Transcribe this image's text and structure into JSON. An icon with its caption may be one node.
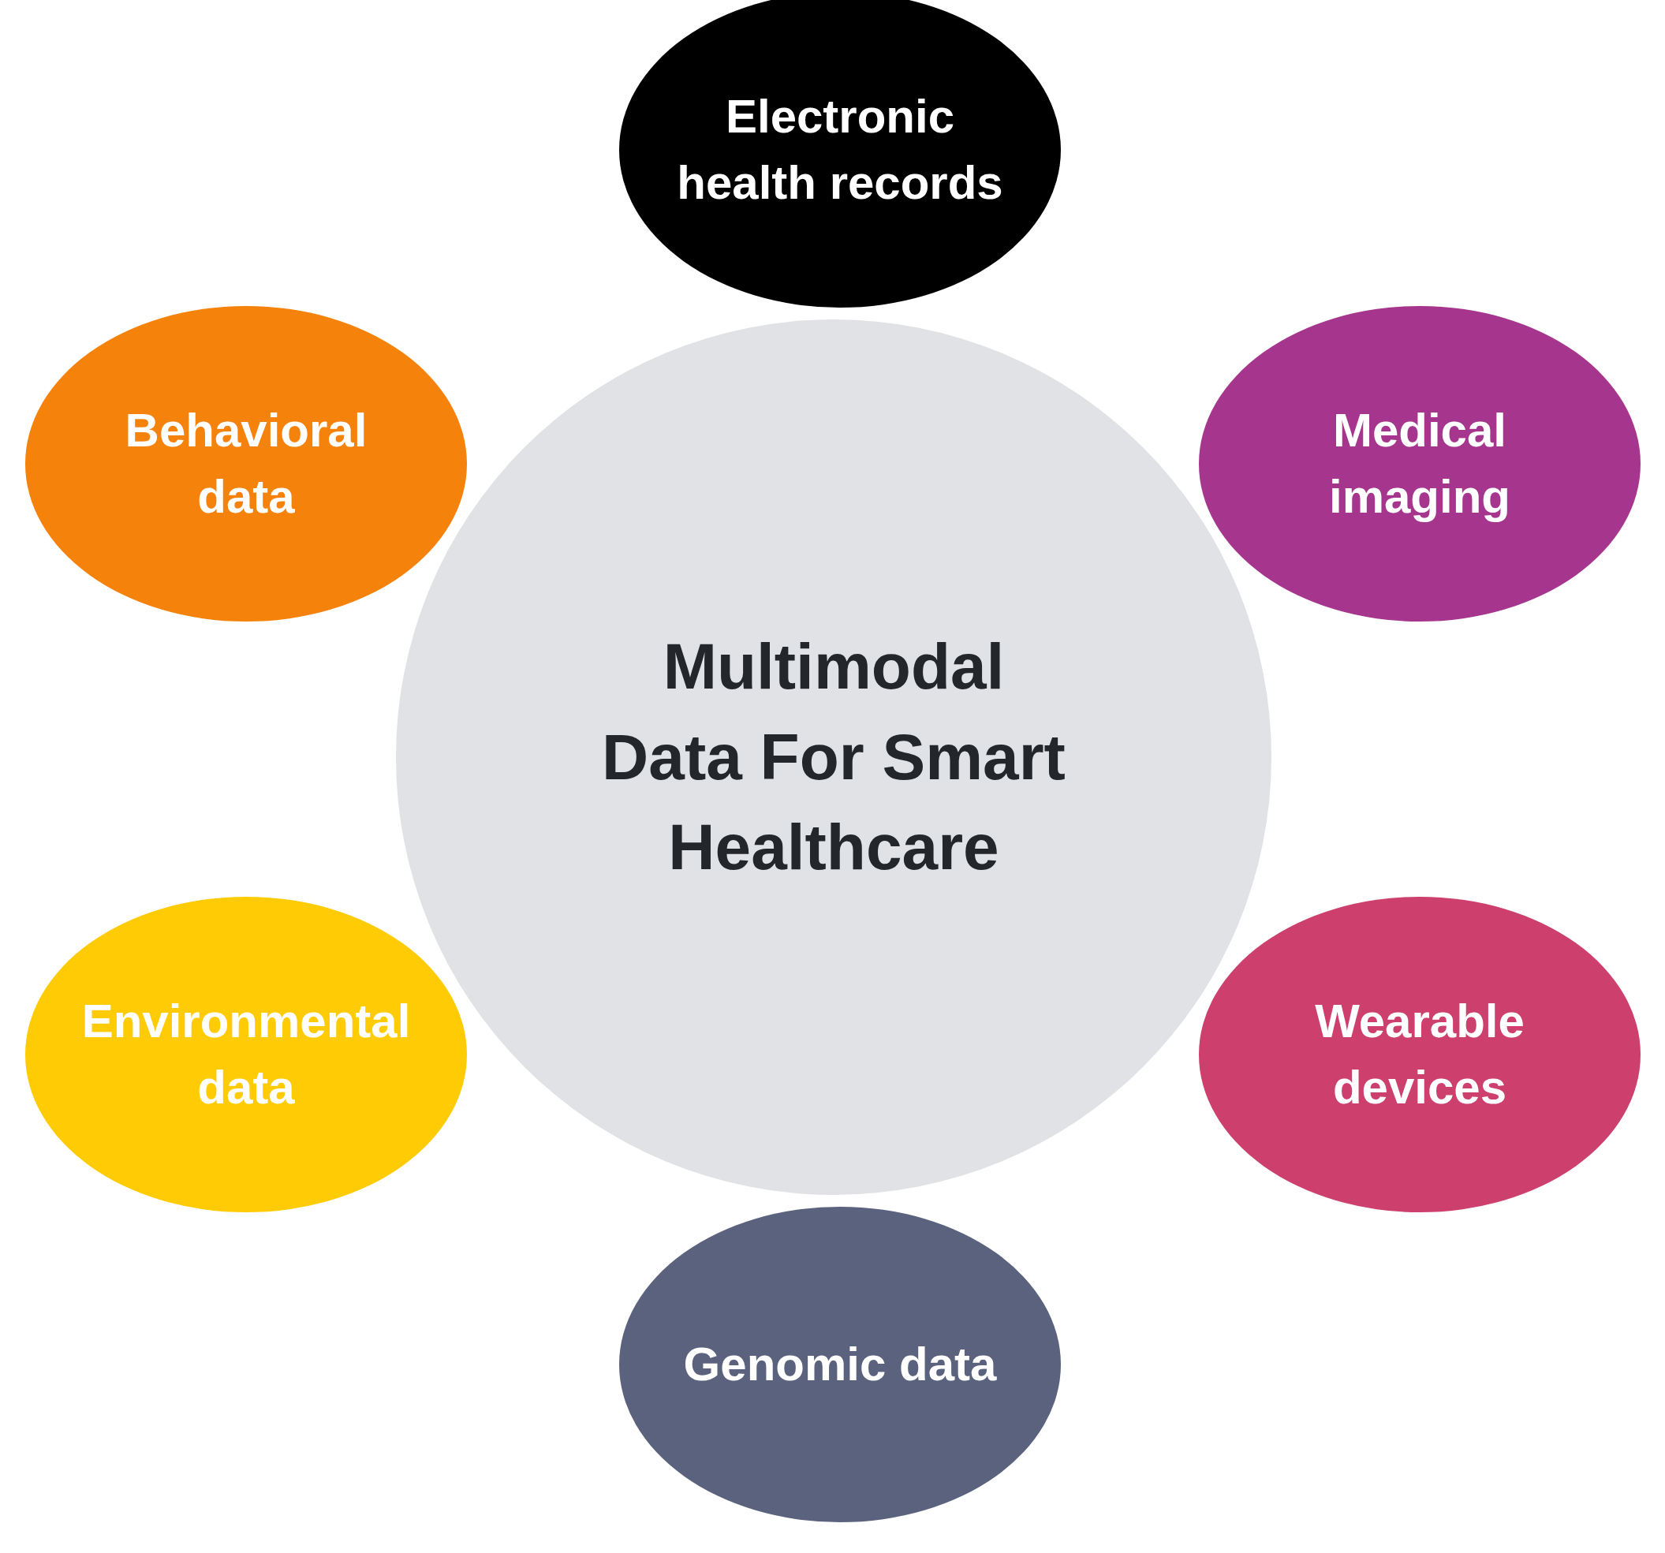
{
  "diagram": {
    "nodes": [
      {
        "text": [
          "Multimodal Data For Smart Healthcare"
        ]
      },
      {
        "text": [
          "Electronic health records"
        ]
      },
      {
        "text": [
          "Behavioral data"
        ]
      },
      {
        "text": [
          "Medical imaging"
        ]
      },
      {
        "text": [
          "Environmental data"
        ]
      },
      {
        "text": [
          "Wearable devices"
        ]
      },
      {
        "text": [
          "Genomic data"
        ]
      }
    ]
  }
}
